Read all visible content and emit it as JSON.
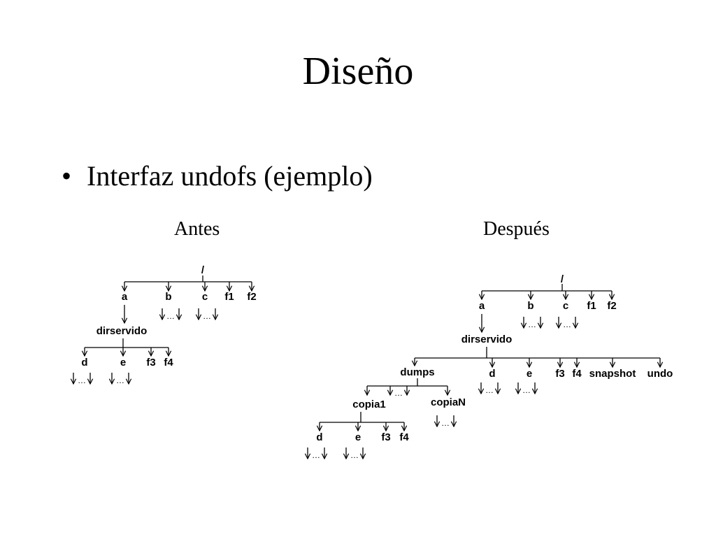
{
  "slide": {
    "title": "Diseño",
    "bullet_marker": "•",
    "bullet": "Interfaz undofs (ejemplo)"
  },
  "columns": {
    "before_label": "Antes",
    "after_label": "Después"
  },
  "trees": {
    "before": {
      "root": "/",
      "children": [
        "a",
        "b",
        "c",
        "f1",
        "f2"
      ],
      "a_child": "dirservido",
      "dirservido_children": [
        "d",
        "e",
        "f3",
        "f4"
      ]
    },
    "after": {
      "root": "/",
      "children": [
        "a",
        "b",
        "c",
        "f1",
        "f2"
      ],
      "a_child": "dirservido",
      "dirservido_children": [
        "dumps",
        "d",
        "e",
        "f3",
        "f4",
        "snapshot",
        "undo"
      ],
      "dumps_children": [
        "copia1",
        "copiaN"
      ],
      "copia1_children": [
        "d",
        "e",
        "f3",
        "f4"
      ]
    },
    "ellipsis": "…"
  }
}
